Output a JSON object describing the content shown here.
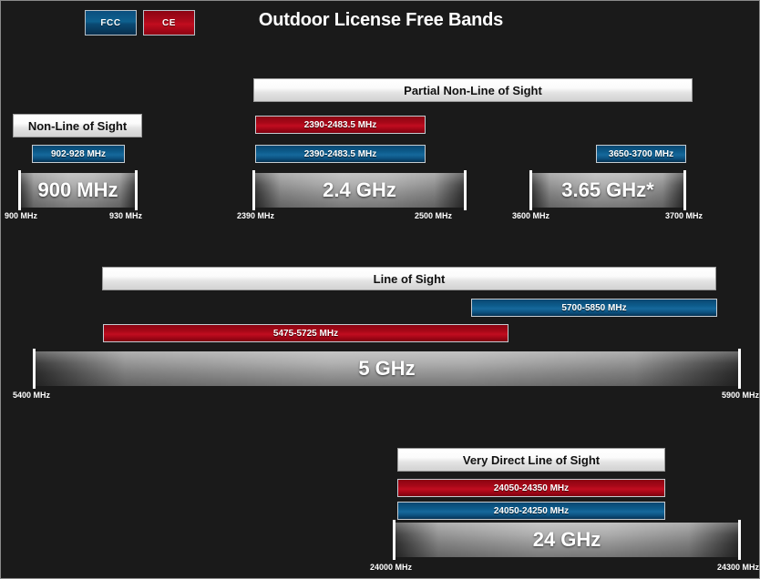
{
  "header": {
    "title": "Outdoor License Free Bands"
  },
  "legend": {
    "items": [
      {
        "label": "FCC",
        "color": "#0e618f",
        "standard": "fcc"
      },
      {
        "label": "CE",
        "color": "#c20d1f",
        "standard": "ce"
      }
    ]
  },
  "chart_data": {
    "type": "bar",
    "title": "Outdoor License Free Bands",
    "xlabel": "",
    "ylabel": "",
    "legend": [
      "FCC",
      "CE"
    ],
    "groups": [
      {
        "section_header": "Non-Line of Sight",
        "band_label": "900 MHz",
        "axis_min_label": "900 MHz",
        "axis_max_label": "930 MHz",
        "axis_min": 900,
        "axis_max": 930,
        "bars": [
          {
            "standard": "FCC",
            "label": "902-928 MHz",
            "start": 902,
            "end": 928
          }
        ]
      },
      {
        "section_header": "Partial Non-Line of Sight",
        "band_label": "2.4 GHz",
        "axis_min_label": "2390 MHz",
        "axis_max_label": "2500 MHz",
        "axis_min": 2390,
        "axis_max": 2500,
        "bars": [
          {
            "standard": "CE",
            "label": "2390-2483.5 MHz",
            "start": 2390,
            "end": 2483.5
          },
          {
            "standard": "FCC",
            "label": "2390-2483.5 MHz",
            "start": 2390,
            "end": 2483.5
          }
        ]
      },
      {
        "section_header": "Partial Non-Line of Sight",
        "band_label": "3.65 GHz*",
        "axis_min_label": "3600 MHz",
        "axis_max_label": "3700 MHz",
        "axis_min": 3600,
        "axis_max": 3700,
        "bars": [
          {
            "standard": "FCC",
            "label": "3650-3700 MHz",
            "start": 3650,
            "end": 3700
          }
        ]
      },
      {
        "section_header": "Line of Sight",
        "band_label": "5 GHz",
        "axis_min_label": "5400 MHz",
        "axis_max_label": "5900 MHz",
        "axis_min": 5400,
        "axis_max": 5900,
        "bars": [
          {
            "standard": "FCC",
            "label": "5700-5850 MHz",
            "start": 5700,
            "end": 5850
          },
          {
            "standard": "CE",
            "label": "5475-5725 MHz",
            "start": 5475,
            "end": 5725
          }
        ]
      },
      {
        "section_header": "Very Direct Line of Sight",
        "band_label": "24 GHz",
        "axis_min_label": "24000 MHz",
        "axis_max_label": "24300 MHz",
        "axis_min": 24000,
        "axis_max": 24300,
        "bars": [
          {
            "standard": "CE",
            "label": "24050-24350 MHz",
            "start": 24050,
            "end": 24350
          },
          {
            "standard": "FCC",
            "label": "24050-24250 MHz",
            "start": 24050,
            "end": 24250
          }
        ]
      }
    ]
  },
  "sections": {
    "row1": {
      "partial_nlos_header": "Partial Non-Line of Sight",
      "nlos_header": "Non-Line of Sight",
      "g900": {
        "bar_fcc": "902-928 MHz",
        "band": "900 MHz",
        "axis_left": "900 MHz",
        "axis_right": "930 MHz"
      },
      "g24": {
        "bar_ce": "2390-2483.5 MHz",
        "bar_fcc": "2390-2483.5 MHz",
        "band": "2.4 GHz",
        "axis_left": "2390 MHz",
        "axis_right": "2500 MHz"
      },
      "g365": {
        "bar_fcc": "3650-3700 MHz",
        "band": "3.65 GHz*",
        "axis_left": "3600 MHz",
        "axis_right": "3700 MHz"
      }
    },
    "row2": {
      "header": "Line of Sight",
      "g5": {
        "bar_fcc": "5700-5850 MHz",
        "bar_ce": "5475-5725 MHz",
        "band": "5 GHz",
        "axis_left": "5400 MHz",
        "axis_right": "5900 MHz"
      }
    },
    "row3": {
      "header": "Very Direct Line of Sight",
      "g24ghz": {
        "bar_ce": "24050-24350 MHz",
        "bar_fcc": "24050-24250 MHz",
        "band": "24 GHz",
        "axis_left": "24000 MHz",
        "axis_right": "24300 MHz"
      }
    }
  }
}
